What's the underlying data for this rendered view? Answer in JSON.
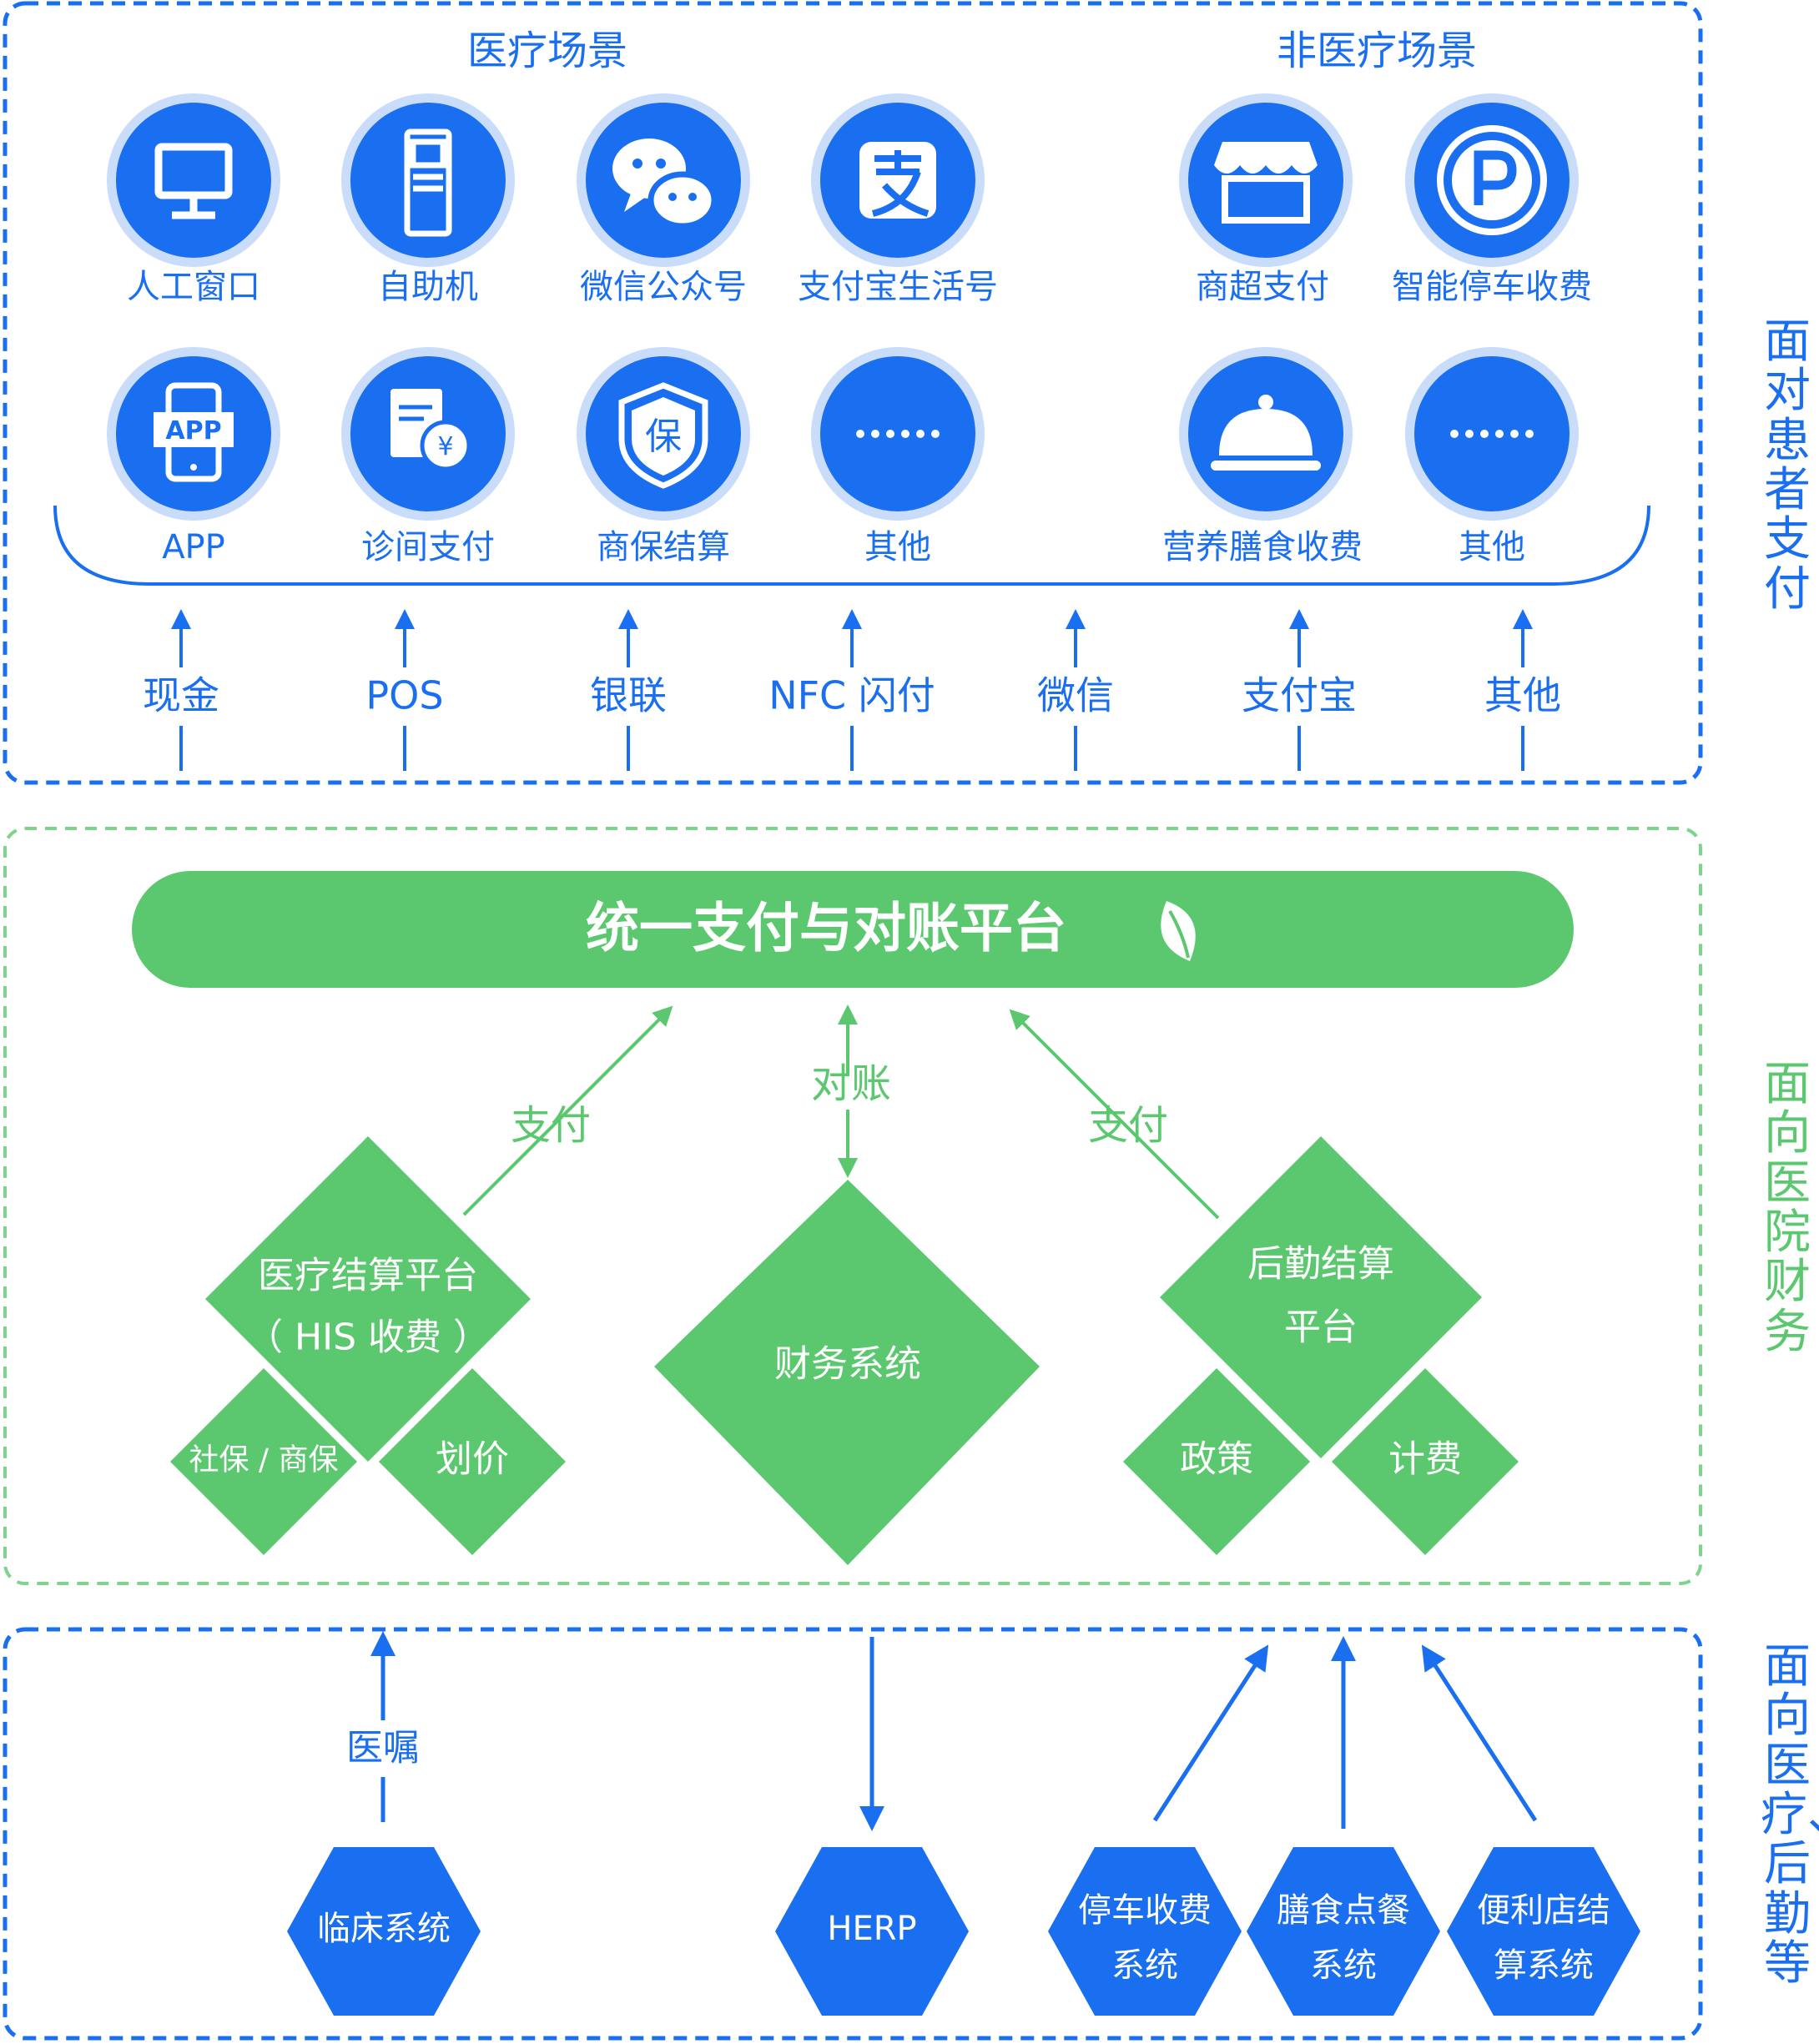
{
  "patient_zone": {
    "medical_title": "医疗场景",
    "nonmedical_title": "非医疗场景",
    "medical_row1": [
      {
        "label": "人工窗口",
        "icon": "monitor-icon"
      },
      {
        "label": "自助机",
        "icon": "kiosk-icon"
      },
      {
        "label": "微信公众号",
        "icon": "wechat-icon"
      },
      {
        "label": "支付宝生活号",
        "icon": "alipay-icon"
      }
    ],
    "medical_row2": [
      {
        "label": "APP",
        "icon": "app-phone-icon"
      },
      {
        "label": "诊间支付",
        "icon": "bill-yuan-icon"
      },
      {
        "label": "商保结算",
        "icon": "insurance-shield-icon"
      },
      {
        "label": "其他",
        "icon": "more-dots-icon"
      }
    ],
    "nonmedical_row1": [
      {
        "label": "商超支付",
        "icon": "store-icon"
      },
      {
        "label": "智能停车收费",
        "icon": "parking-icon"
      }
    ],
    "nonmedical_row2": [
      {
        "label": "营养膳食收费",
        "icon": "food-cloche-icon"
      },
      {
        "label": "其他",
        "icon": "more-dots-icon"
      }
    ],
    "payment_methods": [
      "现金",
      "POS",
      "银联",
      "NFC 闪付",
      "微信",
      "支付宝",
      "其他"
    ],
    "side_label": "面对患者支付"
  },
  "finance_zone": {
    "platform": "统一支付与对账平台",
    "left_flow": "支付",
    "center_flow": "对账",
    "right_flow": "支付",
    "medical_settlement": {
      "line1": "医疗结算平台",
      "line2": "（ HIS 收费 ）"
    },
    "finance_system": "财务系统",
    "logistics_settlement": {
      "line1": "后勤结算",
      "line2": "平台"
    },
    "sub_items": [
      "社保 / 商保",
      "划价",
      "政策",
      "计费"
    ],
    "side_label": "面向医院财务"
  },
  "systems_zone": {
    "flow_label": "医嘱",
    "systems": [
      {
        "line1": "临床系统",
        "line2": ""
      },
      {
        "line1": "HERP",
        "line2": ""
      },
      {
        "line1": "停车收费",
        "line2": "系统"
      },
      {
        "line1": "膳食点餐",
        "line2": "系统"
      },
      {
        "line1": "便利店结",
        "line2": "算系统"
      }
    ],
    "side_label": "面向医疗、后勤等"
  },
  "colors": {
    "blue": "#1a6ff0",
    "light_blue_ring": "#c9ddfb",
    "green": "#5bc86f",
    "green_dash": "#7fd48d"
  }
}
